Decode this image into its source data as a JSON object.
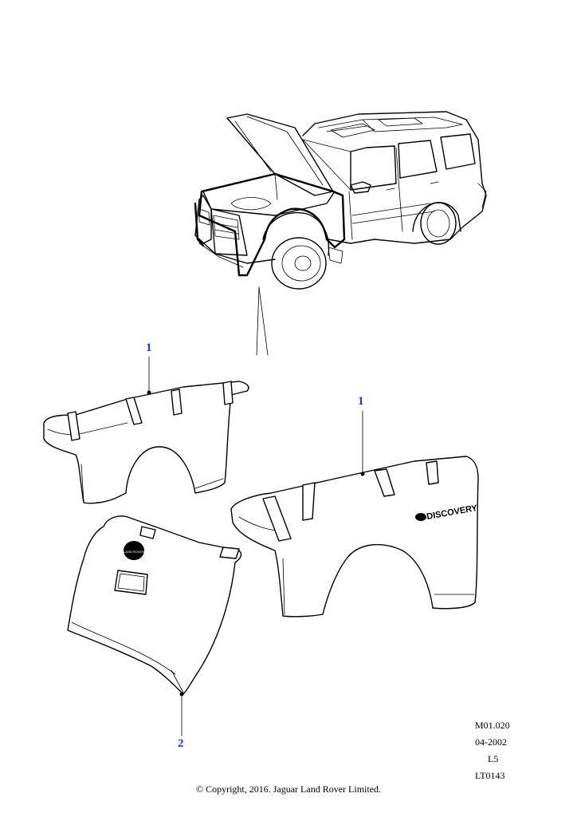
{
  "callouts": {
    "cover_front_left": "1",
    "cover_right": "1",
    "cover_rear": "2"
  },
  "fender_text": "DISCOVERY",
  "badge_text": "LAND ROVER",
  "meta": {
    "ref": "M01.020",
    "date": "04-2002",
    "level": "L5",
    "code": "LT0143"
  },
  "copyright": "© Copyright, 2016. Jaguar Land Rover Limited."
}
